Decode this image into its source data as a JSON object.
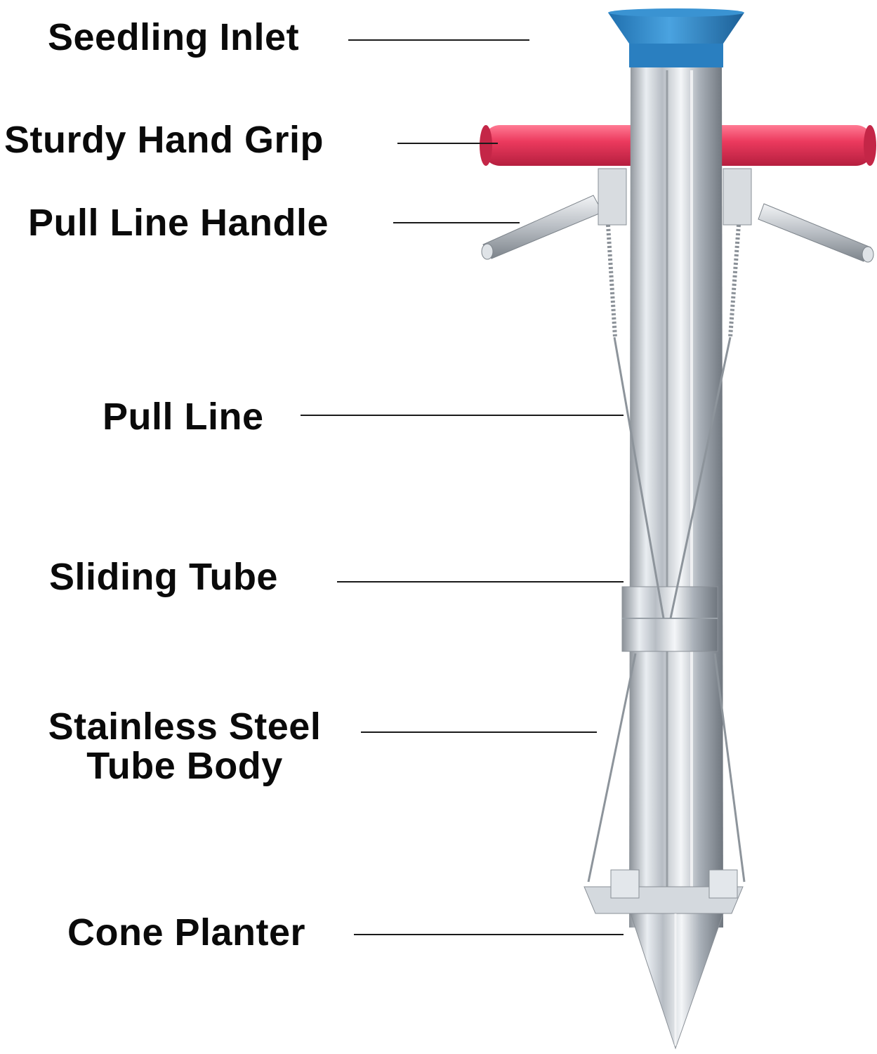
{
  "labels": {
    "seedling_inlet": "Seedling Inlet",
    "hand_grip": "Sturdy Hand Grip",
    "pull_line_handle": "Pull Line Handle",
    "pull_line": "Pull Line",
    "sliding_tube": "Sliding Tube",
    "tube_body_line1": "Stainless Steel",
    "tube_body_line2": "Tube Body",
    "cone_planter": "Cone Planter"
  },
  "colors": {
    "inlet_cup": "#2f86c8",
    "hand_grip": "#e8375a",
    "steel": "#c9ced4",
    "text": "#0a0a0a"
  }
}
